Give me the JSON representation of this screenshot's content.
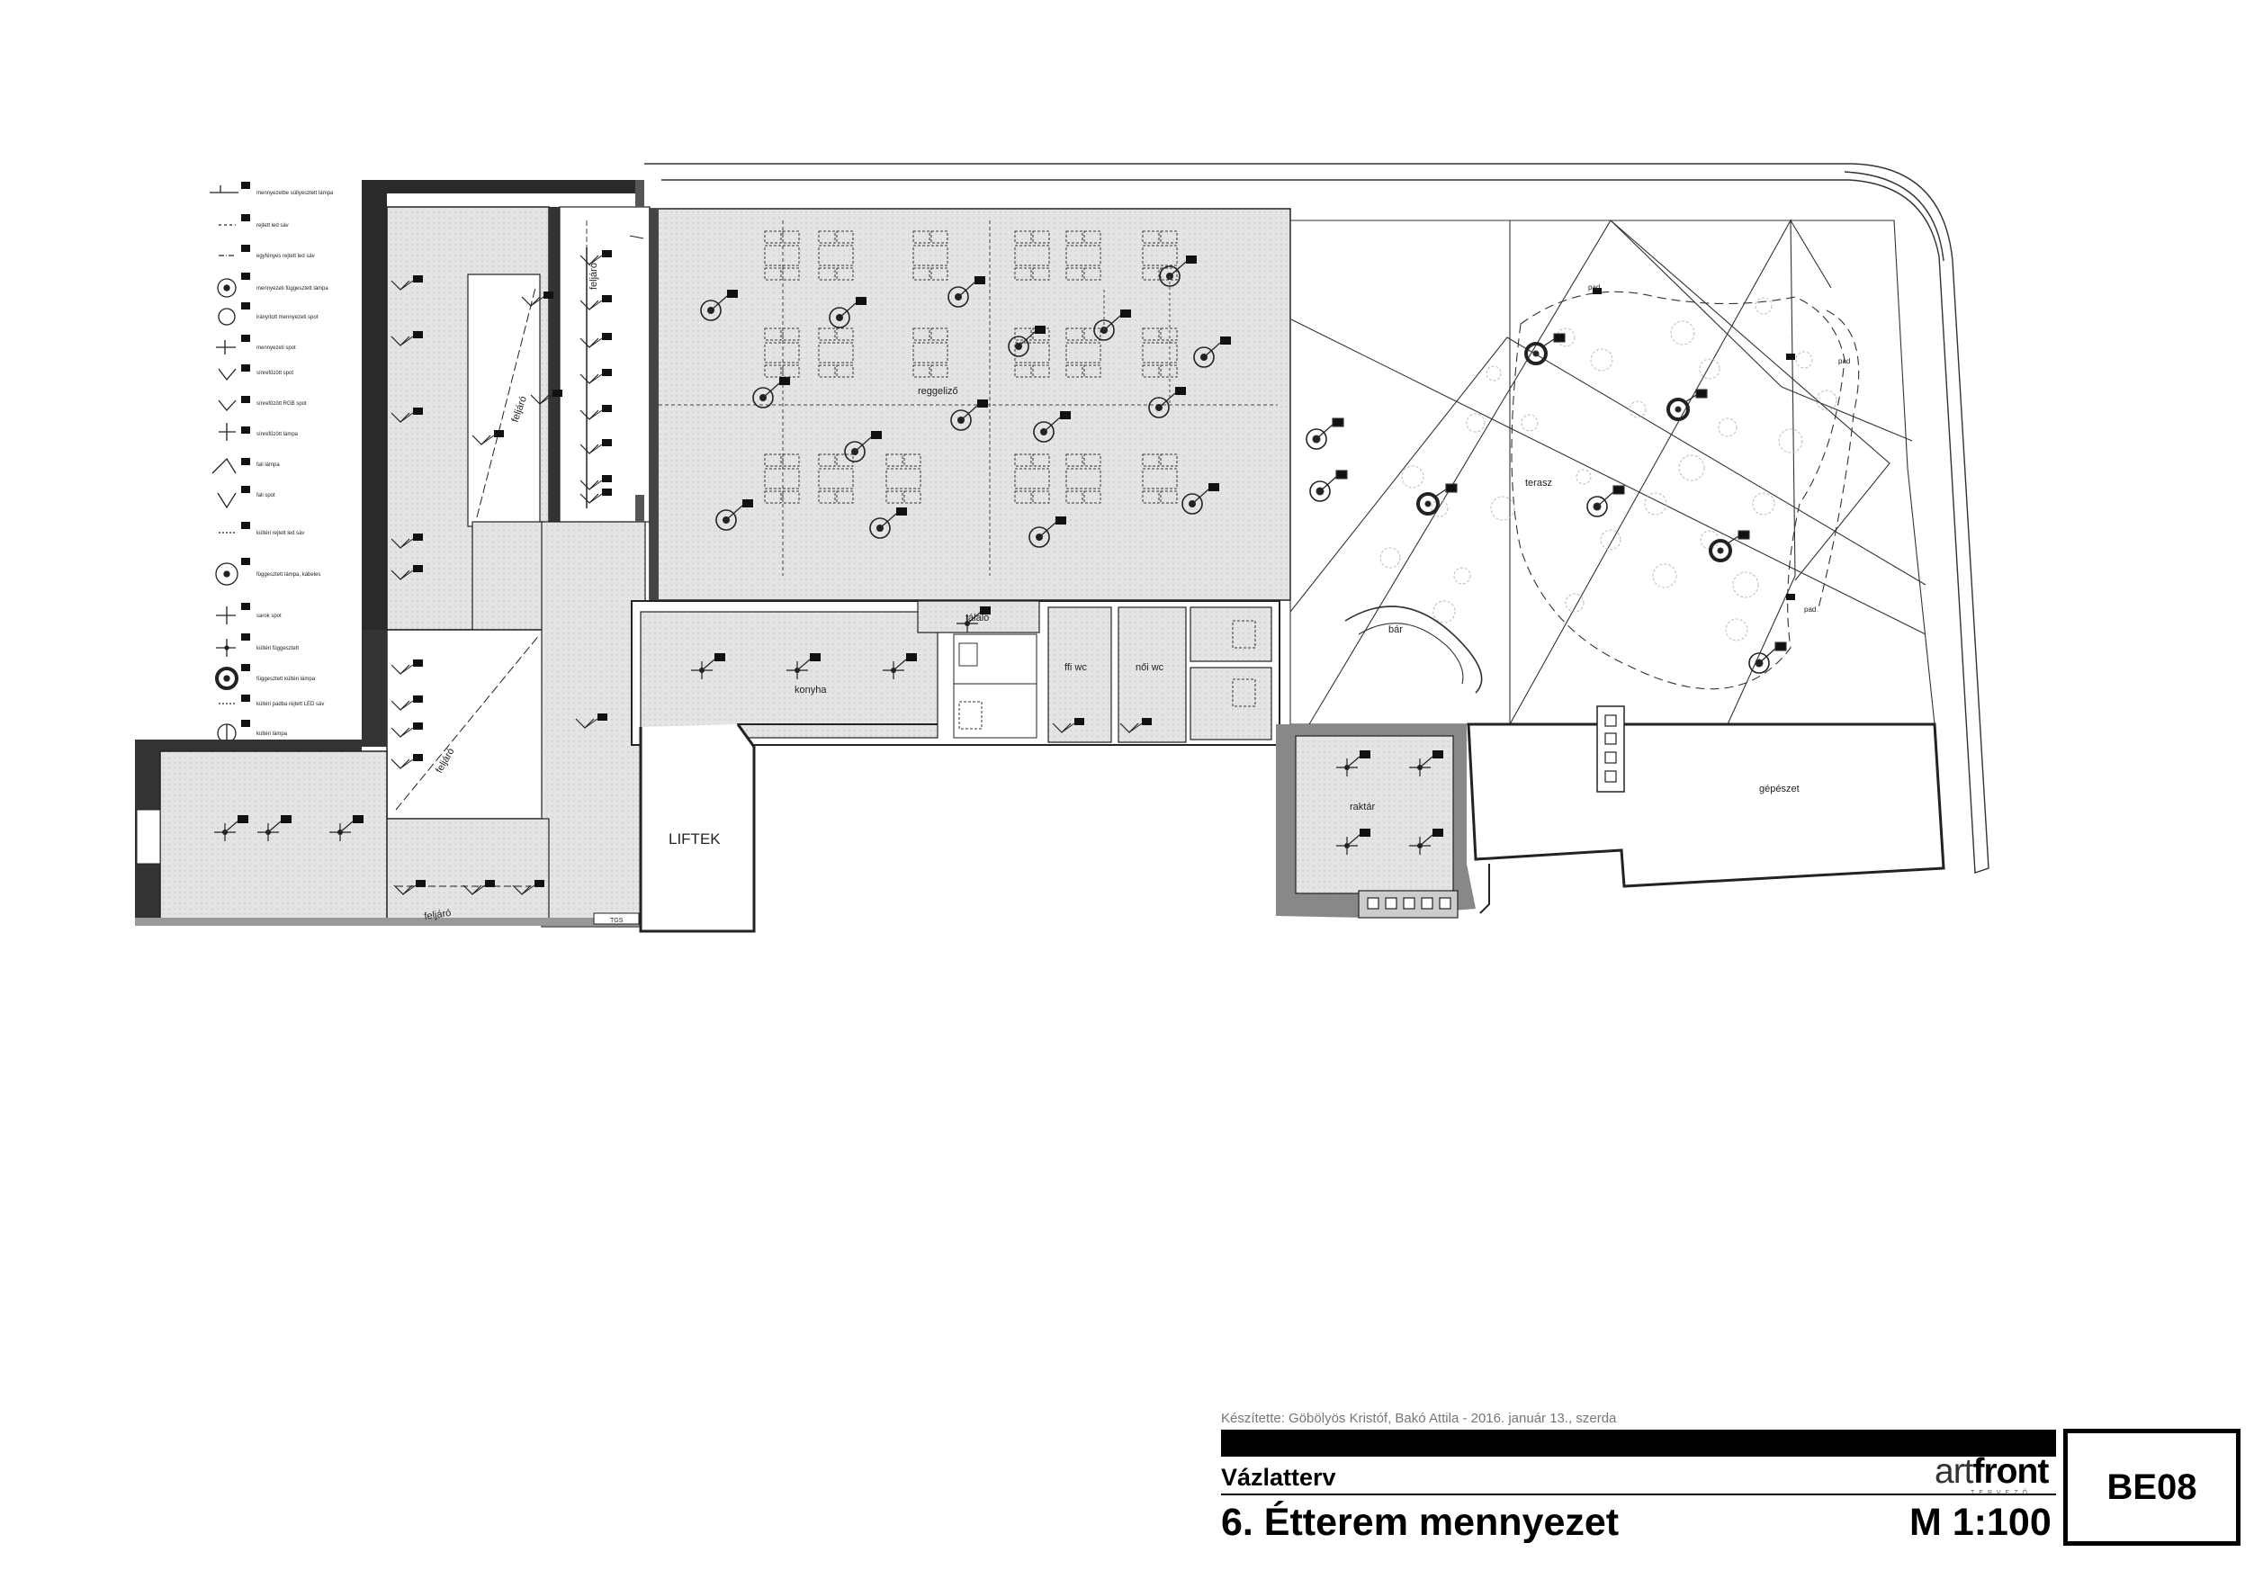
{
  "title_block": {
    "credit": "Készítette: Göbölyös Kristóf, Bakó Attila - 2016. január 13., szerda",
    "drawing_type": "Vázlatterv",
    "drawing_title": "6. Étterem mennyezet",
    "scale": "M 1:100",
    "sheet_code": "BE08",
    "logo_art": "art",
    "logo_front": "front",
    "logo_sub": "TERVEZŐ"
  },
  "room_labels": {
    "reggelizo": "reggeliző",
    "terasz": "terasz",
    "konyha": "konyha",
    "ffi_wc": "ffi wc",
    "noi_wc": "női wc",
    "talalo": "tálaló",
    "liftek": "LIFTEK",
    "raktar": "raktár",
    "gepeszet": "gépészet",
    "bar": "bár",
    "pad_1": "pad",
    "pad_2": "pad",
    "pad_3": "pad",
    "feljaro_1": "feljáró",
    "feljaro_2": "feljáró",
    "feljaro_3": "feljáró",
    "feljaro_4": "feljáró",
    "tgs": "TGS"
  },
  "legend": {
    "items": [
      {
        "text": "mennyezetbe süllyesztett lámpa"
      },
      {
        "text": "rejtett led sáv"
      },
      {
        "text": "egyfényes rejtett led sáv"
      },
      {
        "text": "mennyezeti függesztett lámpa"
      },
      {
        "text": "irányított mennyezeti spot"
      },
      {
        "text": "mennyezeti spot"
      },
      {
        "text": "sínrefűzött spot"
      },
      {
        "text": "sínrefűzött RGB spot"
      },
      {
        "text": "sínrefűzött lámpa"
      },
      {
        "text": "fali lámpa"
      },
      {
        "text": "fali spot"
      },
      {
        "text": "kültéri rejtett led sáv"
      },
      {
        "text": "függesztett lámpa, kábeles"
      },
      {
        "text": "sarok spot"
      },
      {
        "text": "kültéri függesztett"
      },
      {
        "text": "függesztett kültéri lámpa"
      },
      {
        "text": "kültéri padba rejtett LED sáv"
      },
      {
        "text": "kültéri lámpa"
      }
    ]
  }
}
